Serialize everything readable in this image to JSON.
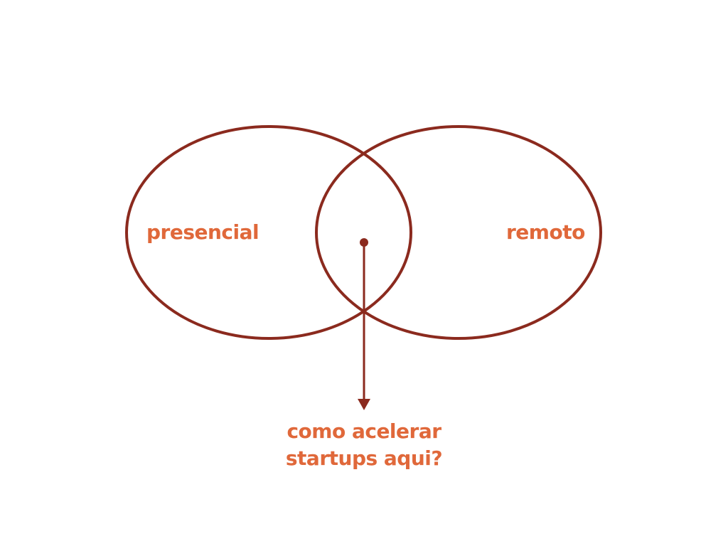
{
  "diagram": {
    "left_set_label": "presencial",
    "right_set_label": "remoto",
    "question_line_1": "como acelerar",
    "question_line_2": "startups aqui?"
  },
  "colors": {
    "outline": "#8b2a1e",
    "text": "#e0683a",
    "background": "#ffffff"
  }
}
